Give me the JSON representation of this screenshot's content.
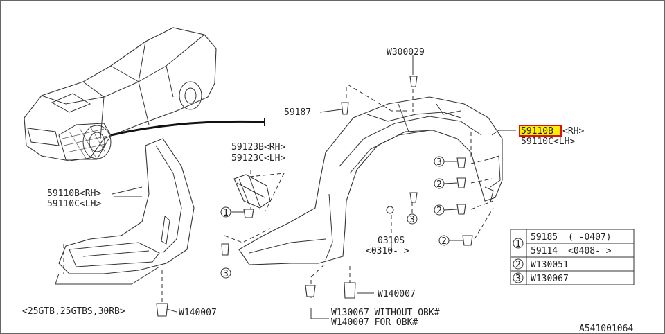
{
  "callouts": {
    "w300029": "W300029",
    "p59187": "59187",
    "p59123b": "59123B<RH>",
    "p59123c": "59123C<LH>",
    "p59110b_left": "59110B<RH>",
    "p59110c_left": "59110C<LH>",
    "p59110b_right_code": "59110B",
    "p59110b_right_side": "<RH>",
    "p59110c_right": "59110C<LH>",
    "p0310s": "0310S",
    "p0310_range": "<0310-    >",
    "w140007_mid": "W140007",
    "w130067_note": "W130067 WITHOUT OBK#",
    "w140007_note": "W140007 FOR OBK#",
    "w140007_left": "W140007",
    "models_note": "<25GTB,25GTBS,30RB>",
    "diagram_id": "A541001064"
  },
  "markers": [
    "1",
    "2",
    "3"
  ],
  "legend": {
    "rows": [
      {
        "num": "1",
        "part": "59185",
        "range": "(    -0407)"
      },
      {
        "num": "",
        "part": "59114",
        "range": "<0408-    >"
      },
      {
        "num": "2",
        "part": "W130051",
        "range": ""
      },
      {
        "num": "3",
        "part": "W130067",
        "range": ""
      }
    ]
  }
}
